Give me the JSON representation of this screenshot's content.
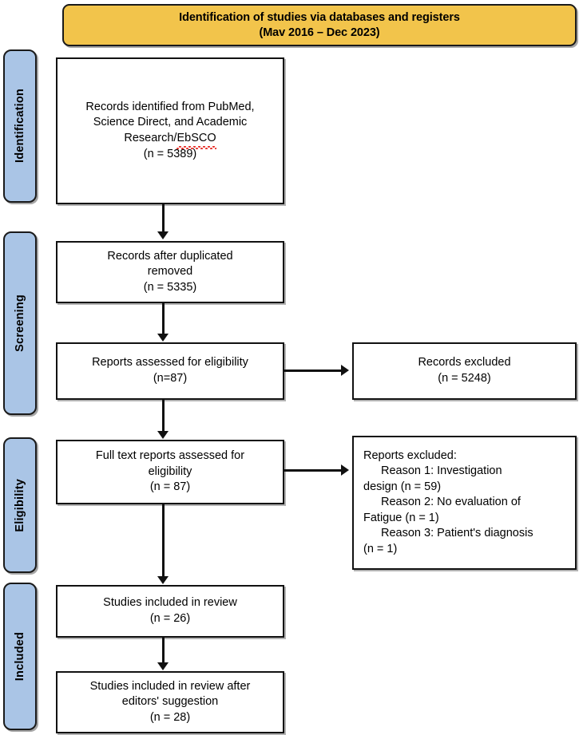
{
  "diagram": {
    "type": "prisma-flow-diagram",
    "header": {
      "line1": "Identification of studies via databases and registers",
      "line2": "(Mav 2016 – Dec 2023)",
      "background_color": "#F2C44B"
    },
    "stage_tabs": [
      {
        "label": "Identification"
      },
      {
        "label": "Screening"
      },
      {
        "label": "Eligibility"
      },
      {
        "label": "Included"
      }
    ],
    "stage_tab_color": "#AAC5E6",
    "boxes": {
      "identified": {
        "line1": "Records identified from PubMed,",
        "line2": "Science Direct, and Academic",
        "line3_prefix": "Research/",
        "line3_misspelled": "EbSCO",
        "count": "(n = 5389)"
      },
      "duplicates_removed": {
        "line1": "Records after duplicated",
        "line2": "removed",
        "count": "(n = 5335)"
      },
      "reports_assessed": {
        "line1": "Reports assessed for eligibility",
        "count": "(n=87)"
      },
      "records_excluded": {
        "line1": "Records excluded",
        "count": "(n = 5248)"
      },
      "fulltext_assessed": {
        "line1": "Full text reports assessed for",
        "line2": "eligibility",
        "count": "(n = 87)"
      },
      "reports_excluded": {
        "title": "Reports excluded:",
        "reason1_line1": "Reason 1: Investigation",
        "reason1_line2": "design (n = 59)",
        "reason2_line1": "Reason 2: No evaluation of",
        "reason2_line2": "Fatigue (n = 1)",
        "reason3_line1": "Reason 3: Patient's diagnosis",
        "reason3_line2": "(n = 1)"
      },
      "included_review": {
        "line1": "Studies included in review",
        "count": "(n = 26)"
      },
      "included_after_editors": {
        "line1": "Studies included in review after",
        "line2": "editors' suggestion",
        "count": "(n = 28)"
      }
    }
  }
}
